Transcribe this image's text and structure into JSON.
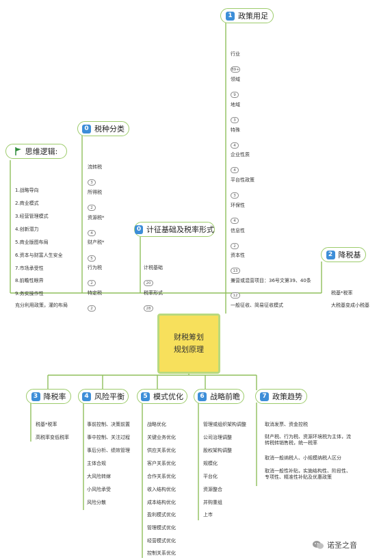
{
  "center": {
    "line1": "财税筹划",
    "line2": "规划原理"
  },
  "thinking": {
    "title": "思维逻辑:",
    "items": [
      "1.战略导向",
      "2.商业模式",
      "3.经营管理模式",
      "4.创新潜力",
      "5.商业版图布局",
      "6.资本与财富人生安全",
      "7.市场承受性",
      "8.前瞻性眼界",
      "9.务实操作性",
      "充分利用政策，灌的布局"
    ]
  },
  "taxtypes": {
    "num": "0",
    "title": "税种分类",
    "items": [
      {
        "label": "流转税",
        "badge": "3"
      },
      {
        "label": "所得税",
        "badge": "2"
      },
      {
        "label": "资源税*",
        "badge": "4"
      },
      {
        "label": "财产税*",
        "badge": "5"
      },
      {
        "label": "行为税",
        "badge": "2"
      },
      {
        "label": "特定税",
        "badge": "2"
      }
    ]
  },
  "taxbase": {
    "num": "0",
    "title": "计征基础及税率形式",
    "items": [
      {
        "label": "计税基础",
        "badge": "20"
      },
      {
        "label": "税率形式",
        "badge": "28"
      }
    ]
  },
  "policy": {
    "num": "1",
    "title": "政策用足",
    "items": [
      {
        "label": "行业",
        "badge": "89+"
      },
      {
        "label": "领域",
        "badge": "9"
      },
      {
        "label": "地域",
        "badge": "3"
      },
      {
        "label": "特殊",
        "badge": "4"
      },
      {
        "label": "企业性质",
        "badge": "4"
      },
      {
        "label": "平台性政策",
        "badge": "3"
      },
      {
        "label": "环保性",
        "badge": "4"
      },
      {
        "label": "信息性",
        "badge": "2"
      },
      {
        "label": "资本性",
        "badge": "13"
      },
      {
        "label": "兼营或混营项目：36号文第39、40条",
        "badge": "12"
      },
      {
        "label": "一般征收、简易征收模式",
        "badge": ""
      }
    ]
  },
  "base2": {
    "num": "2",
    "title": "降税基",
    "items": [
      "税基*税率",
      "大税基变成小税基"
    ]
  },
  "rate3": {
    "num": "3",
    "title": "降税率",
    "items": [
      "税基*税率",
      "高税率变低税率"
    ]
  },
  "risk4": {
    "num": "4",
    "title": "风险平衡",
    "items": [
      "事前控制、决策前置",
      "事中控制、关注过程",
      "事后分析、绩效管理",
      "主体合规",
      "大风险转嫁",
      "小风险承受",
      "风险分散"
    ]
  },
  "mode5": {
    "num": "5",
    "title": "模式优化",
    "items": [
      "战略优化",
      "关键业务优化",
      "供应关系优化",
      "客户关系优化",
      "合作关系优化",
      "收入结构优化",
      "成本结构优化",
      "盈利模式优化",
      "管理模式优化",
      "经营模式优化",
      "控制关系优化"
    ]
  },
  "strategy6": {
    "num": "6",
    "title": "战略前瞻",
    "items": [
      "管理或组织架构调整",
      "公司治理调整",
      "股权架构调整",
      "规模化",
      "平台化",
      "资源整合",
      "并购重组",
      "上市"
    ]
  },
  "trend7": {
    "num": "7",
    "title": "政策趋势",
    "items": [
      "取消发票、资金控税",
      "财产税、行为税、资源环境税为主体，流转税转销售税，统一税率",
      "取消一般纳税人、小规模纳税人区分",
      "取消一般性补贴，实施结构性、阶段性、专项性、精准性补贴及优惠政策"
    ]
  },
  "watermark": {
    "text": "诺圣之音"
  },
  "colors": {
    "line": "#8fbf5a",
    "topic_border": "#9ccb6a",
    "num_bg": "#3d8ed8",
    "center_bg": "#f7e05c",
    "center_border": "#b8d97e"
  }
}
